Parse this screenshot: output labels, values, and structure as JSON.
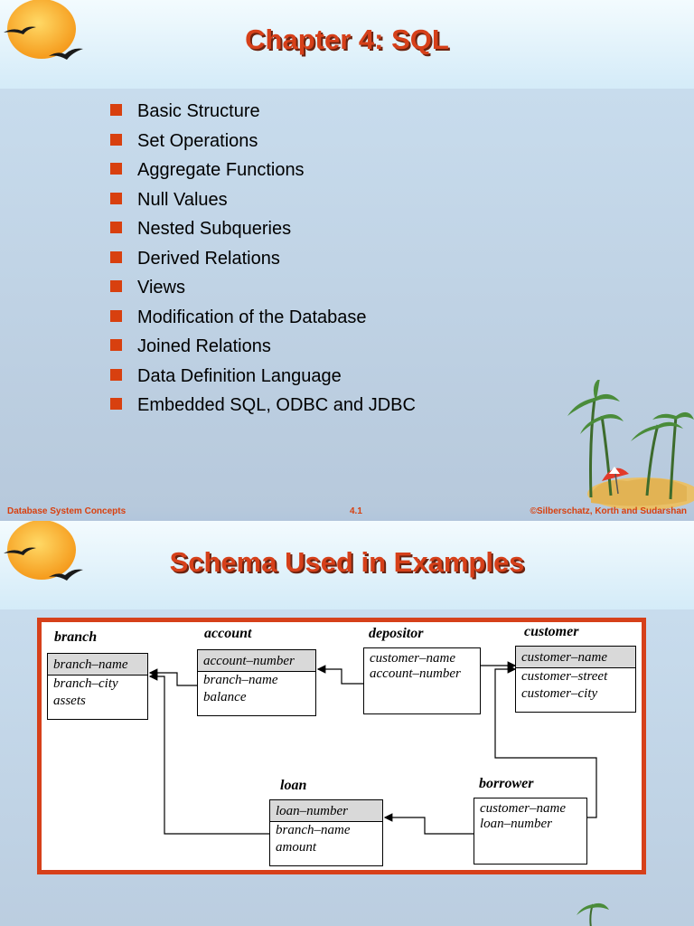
{
  "slide1": {
    "title": "Chapter 4:  SQL",
    "bullets": [
      "Basic Structure",
      "Set Operations",
      "Aggregate Functions",
      "Null Values",
      "Nested Subqueries",
      "Derived Relations",
      "Views",
      "Modification of the Database",
      "Joined Relations",
      "Data Definition Language",
      "Embedded SQL, ODBC and JDBC"
    ],
    "footer": {
      "left": "Database System Concepts",
      "page": "4.1",
      "right": "©Silberschatz, Korth and Sudarshan"
    }
  },
  "slide2": {
    "title": "Schema Used in Examples",
    "relations": {
      "branch": {
        "name": "branch",
        "key": "branch–name",
        "attrs": [
          "branch–city",
          "assets"
        ]
      },
      "account": {
        "name": "account",
        "key": "account–number",
        "attrs": [
          "branch–name",
          "balance"
        ]
      },
      "depositor": {
        "name": "depositor",
        "attrs": [
          "customer–name",
          "account–number"
        ]
      },
      "customer": {
        "name": "customer",
        "key": "customer–name",
        "attrs": [
          "customer–street",
          "customer–city"
        ]
      },
      "loan": {
        "name": "loan",
        "key": "loan–number",
        "attrs": [
          "branch–name",
          "amount"
        ]
      },
      "borrower": {
        "name": "borrower",
        "attrs": [
          "customer–name",
          "loan–number"
        ]
      }
    }
  },
  "colors": {
    "accent": "#d6401a",
    "title_shadow": "#6b2310",
    "key_fill": "#d9d9d9"
  }
}
